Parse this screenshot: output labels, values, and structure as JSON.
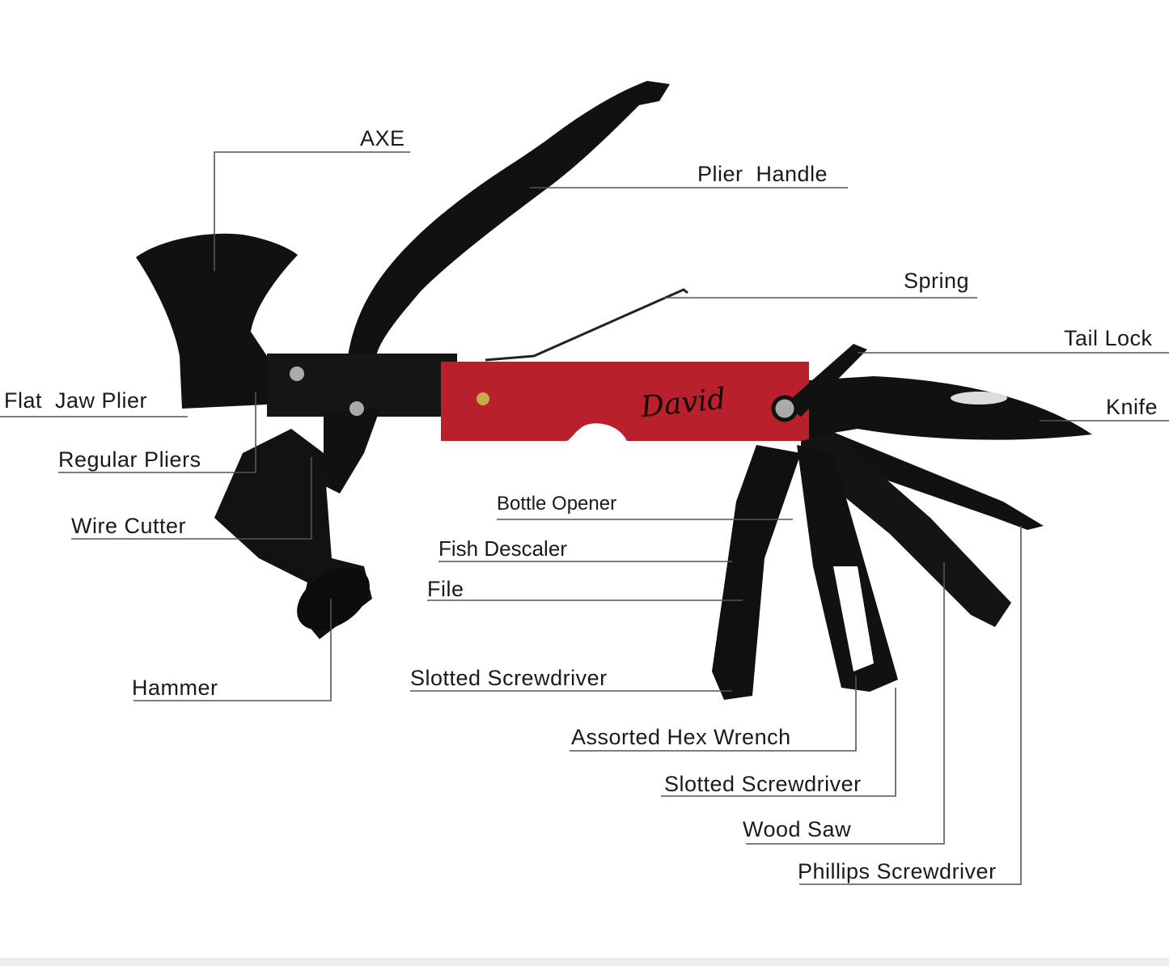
{
  "diagram": {
    "engraving": "David",
    "colors": {
      "handle": "#b8202c",
      "metal": "#111111",
      "line": "#555555"
    },
    "labels": {
      "axe": "AXE",
      "plier_handle": "Plier  Handle",
      "spring": "Spring",
      "tail_lock": "Tail Lock",
      "knife": "Knife",
      "flat_jaw_plier": "Flat  Jaw Plier",
      "regular_pliers": "Regular Pliers",
      "wire_cutter": "Wire Cutter",
      "hammer": "Hammer",
      "bottle_opener": "Bottle Opener",
      "fish_descaler": "Fish Descaler",
      "file": "File",
      "slotted_screwdriver_1": "Slotted Screwdriver",
      "assorted_hex_wrench": "Assorted Hex Wrench",
      "slotted_screwdriver_2": "Slotted Screwdriver",
      "wood_saw": "Wood Saw",
      "phillips_screwdriver": "Phillips Screwdriver"
    }
  }
}
